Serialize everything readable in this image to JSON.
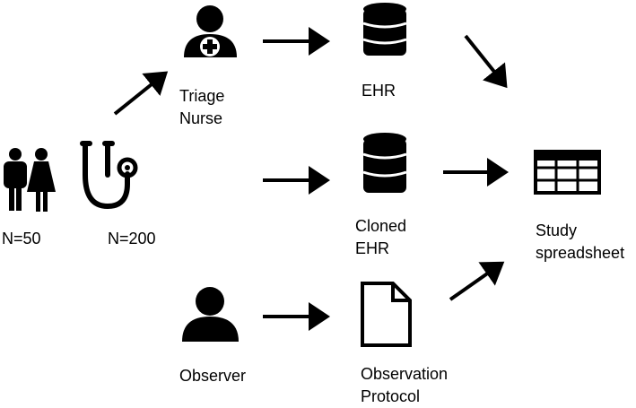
{
  "patients": {
    "count_label": "N=50",
    "icon": "patients-icon"
  },
  "clinician": {
    "count_label": "N=200",
    "icon": "stethoscope-icon"
  },
  "triage_nurse": {
    "line1": "Triage",
    "line2": "Nurse",
    "icon": "nurse-icon"
  },
  "observer": {
    "label": "Observer",
    "icon": "person-icon"
  },
  "ehr": {
    "label": "EHR",
    "icon": "database-icon"
  },
  "cloned_ehr": {
    "line1": "Cloned",
    "line2": "EHR",
    "icon": "database-icon"
  },
  "observation_protocol": {
    "line1": "Observation",
    "line2": "Protocol",
    "icon": "document-icon"
  },
  "study_spreadsheet": {
    "line1": "Study",
    "line2": "spreadsheet",
    "icon": "table-icon"
  },
  "colors": {
    "ink": "#000000",
    "background": "#ffffff"
  }
}
